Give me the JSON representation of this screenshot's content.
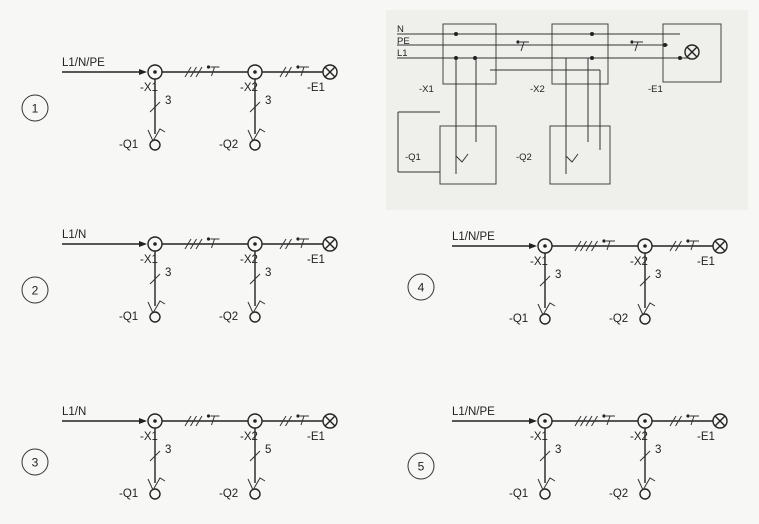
{
  "diagrams": [
    {
      "number": "1",
      "feed": "L1/N/PE",
      "junction1": "-X1",
      "junction2": "-X2",
      "lamp": "-E1",
      "switch1": "-Q1",
      "switch2": "-Q2",
      "drop1_count": "3",
      "drop2_count": "3"
    },
    {
      "number": "2",
      "feed": "L1/N",
      "junction1": "-X1",
      "junction2": "-X2",
      "lamp": "-E1",
      "switch1": "-Q1",
      "switch2": "-Q2",
      "drop1_count": "3",
      "drop2_count": "3"
    },
    {
      "number": "3",
      "feed": "L1/N",
      "junction1": "-X1",
      "junction2": "-X2",
      "lamp": "-E1",
      "switch1": "-Q1",
      "switch2": "-Q2",
      "drop1_count": "3",
      "drop2_count": "5"
    },
    {
      "number": "4",
      "feed": "L1/N/PE",
      "junction1": "-X1",
      "junction2": "-X2",
      "lamp": "-E1",
      "switch1": "-Q1",
      "switch2": "-Q2",
      "drop1_count": "3",
      "drop2_count": "3"
    },
    {
      "number": "5",
      "feed": "L1/N/PE",
      "junction1": "-X1",
      "junction2": "-X2",
      "lamp": "-E1",
      "switch1": "-Q1",
      "switch2": "-Q2",
      "drop1_count": "3",
      "drop2_count": "3"
    }
  ],
  "wiring": {
    "conductors": [
      "N",
      "PE",
      "L1"
    ],
    "junction1": "-X1",
    "junction2": "-X2",
    "lamp": "-E1",
    "switch1": "-Q1",
    "switch2": "-Q2"
  }
}
